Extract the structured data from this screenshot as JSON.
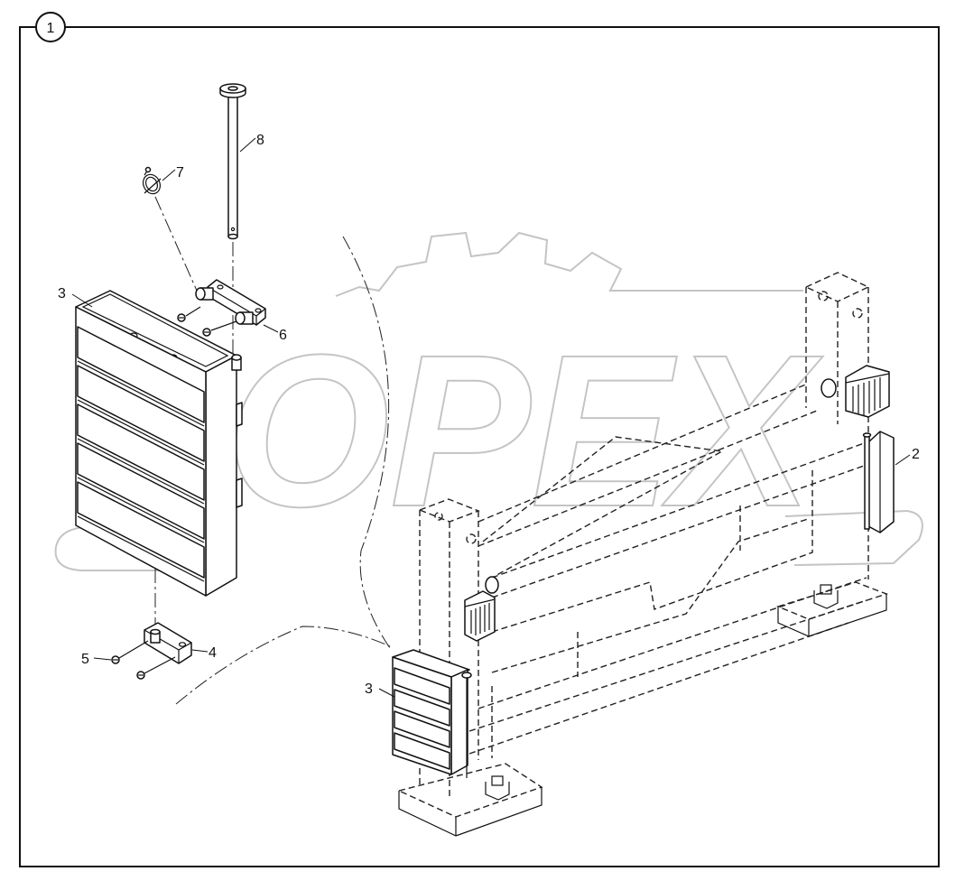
{
  "diagram": {
    "frame_number": "1",
    "watermark": "OPEX",
    "callouts": {
      "pin": "8",
      "clip": "7",
      "step_panel": "3",
      "upper_bracket": "6",
      "screws": "5",
      "lower_bracket": "4",
      "side_plate": "2",
      "mounted_step_panel": "3"
    }
  }
}
